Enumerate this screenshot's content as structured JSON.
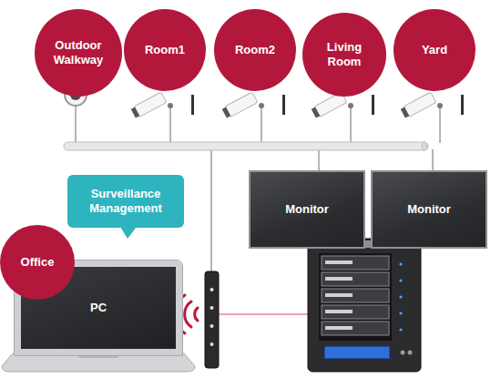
{
  "diagram": {
    "nodes": [
      {
        "text": [
          "Outdoor Walkway"
        ]
      },
      {
        "text": [
          "Room1"
        ]
      },
      {
        "text": [
          "Room2"
        ]
      },
      {
        "text": [
          "Living Room"
        ]
      },
      {
        "text": [
          "Yard"
        ]
      },
      {
        "text": [
          "Surveillance Management"
        ]
      },
      {
        "text": [
          "Monitor"
        ]
      },
      {
        "text": [
          "Monitor"
        ]
      },
      {
        "text": [
          "Office"
        ]
      },
      {
        "text": [
          "PC"
        ]
      }
    ]
  }
}
